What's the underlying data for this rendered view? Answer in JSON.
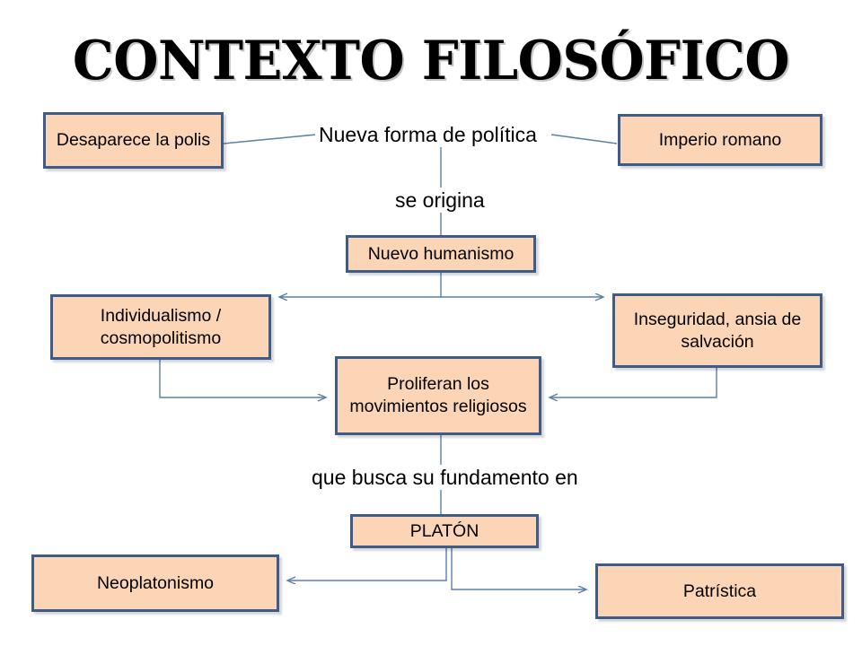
{
  "page": {
    "title": "CONTEXTO FILOSÓFICO",
    "background": "#FFFFFF"
  },
  "style": {
    "box_fill": "#FBD5B5",
    "box_border": "#3E5C8A",
    "connector": "#5B7FA6",
    "text": "#000000"
  },
  "nodes": {
    "desaparece_polis": "Desaparece la polis",
    "imperio_romano": "Imperio romano",
    "nuevo_humanismo": "Nuevo humanismo",
    "individualismo": "Individualismo / cosmopolitismo",
    "inseguridad": "Inseguridad, ansia de salvación",
    "proliferan": "Proliferan los movimientos religiosos",
    "platon": "PLATÓN",
    "neoplatonismo": "Neoplatonismo",
    "patristica": "Patrística"
  },
  "edge_labels": {
    "nueva_forma": "Nueva forma de política",
    "se_origina": "se origina",
    "fundamento": "que busca su fundamento en"
  },
  "diagram": {
    "type": "flow-diagram",
    "edges": [
      {
        "from": "desaparece_polis",
        "to": "nueva_forma",
        "label": "Nueva forma de política",
        "arrow": false
      },
      {
        "from": "imperio_romano",
        "to": "nueva_forma",
        "label": "Nueva forma de política",
        "arrow": false
      },
      {
        "from": "nueva_forma",
        "to": "nuevo_humanismo",
        "label": "se origina",
        "arrow": false
      },
      {
        "from": "nuevo_humanismo",
        "to": "individualismo",
        "label": "",
        "arrow": true
      },
      {
        "from": "nuevo_humanismo",
        "to": "inseguridad",
        "label": "",
        "arrow": true
      },
      {
        "from": "individualismo",
        "to": "proliferan",
        "label": "",
        "arrow": true
      },
      {
        "from": "inseguridad",
        "to": "proliferan",
        "label": "",
        "arrow": true
      },
      {
        "from": "proliferan",
        "to": "platon",
        "label": "que busca su fundamento en",
        "arrow": false
      },
      {
        "from": "platon",
        "to": "neoplatonismo",
        "label": "",
        "arrow": true
      },
      {
        "from": "platon",
        "to": "patristica",
        "label": "",
        "arrow": true
      }
    ]
  }
}
